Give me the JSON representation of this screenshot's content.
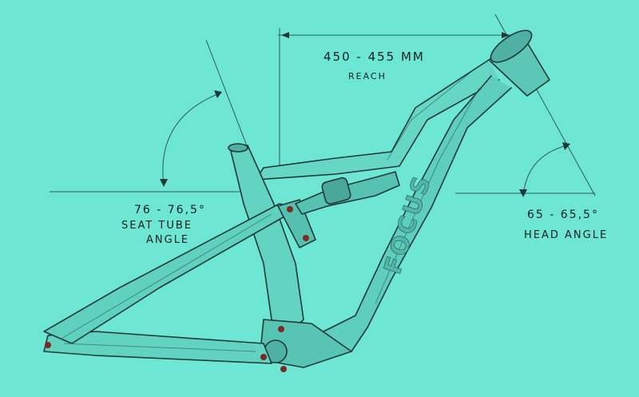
{
  "sketch": {
    "brand": "FOCUS",
    "reach": {
      "value": "450 - 455 MM",
      "label": "REACH"
    },
    "seat_tube": {
      "value": "76 - 76,5°",
      "label_line1": "SEAT TUBE",
      "label_line2": "ANGLE"
    },
    "head": {
      "value": "65 - 65,5°",
      "label": "HEAD ANGLE"
    }
  },
  "colors": {
    "background": "#6ee6d4",
    "ink": "#12201f",
    "frame_shade": "#3d8f86",
    "bolt": "#7a2a22"
  }
}
